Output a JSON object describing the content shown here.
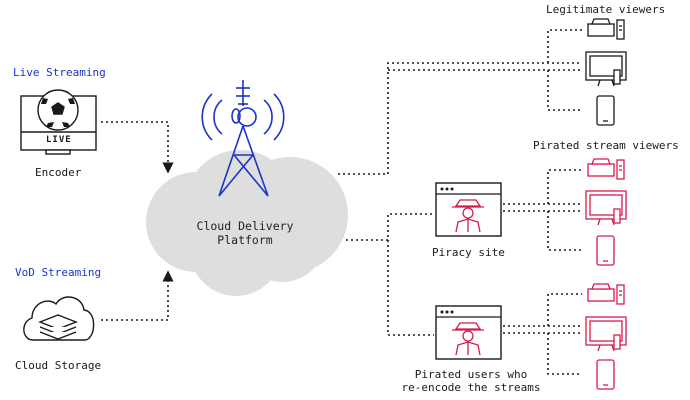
{
  "sections": {
    "live_streaming": "Live Streaming",
    "vod_streaming": "VoD Streaming"
  },
  "nodes": {
    "encoder": {
      "label": "Encoder",
      "screen_badge": "LIVE"
    },
    "cloud_storage": {
      "label": "Cloud Storage"
    },
    "platform": {
      "label_line1": "Cloud Delivery",
      "label_line2": "Platform"
    },
    "piracy_site": {
      "label": "Piracy site"
    },
    "reencoders": {
      "label_line1": "Pirated users who",
      "label_line2": "re-encode the streams"
    }
  },
  "groups": {
    "legitimate": "Legitimate viewers",
    "pirated": "Pirated stream viewers"
  },
  "colors": {
    "blue_accent": "#1d33c9",
    "pirate_red": "#d81b4a",
    "ink": "#1a1a1a",
    "cloud": "#dedede"
  },
  "icons": [
    "monitor-soccer-icon",
    "cloud-storage-icon",
    "broadcast-tower-icon",
    "set-top-box-icon",
    "tv-icon",
    "smartphone-icon",
    "pirate-site-icon"
  ]
}
